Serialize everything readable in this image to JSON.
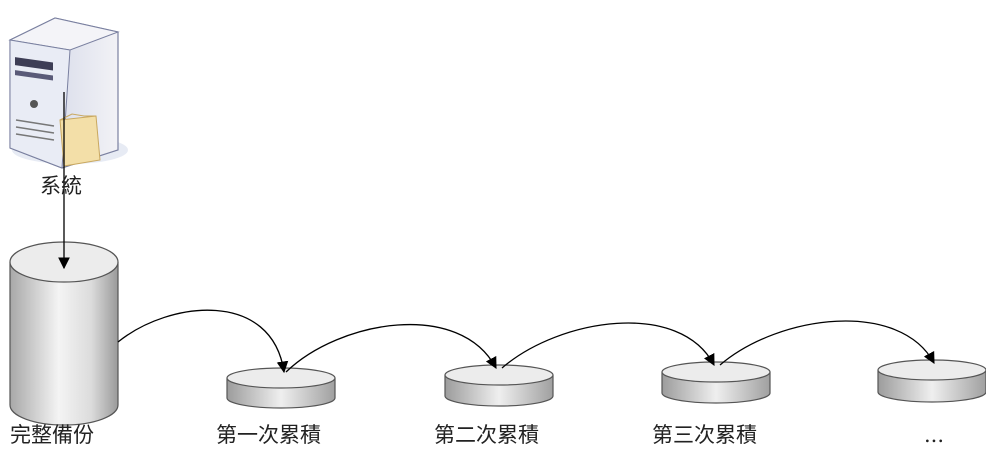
{
  "diagram": {
    "system_label": "系統",
    "full_backup_label": "完整備份",
    "incremental": [
      {
        "label": "第一次累積"
      },
      {
        "label": "第二次累積"
      },
      {
        "label": "第三次累積"
      },
      {
        "label": "..."
      }
    ],
    "icons": {
      "server": "server-tower-icon",
      "full_backup": "database-cylinder-icon",
      "incremental": "disk-cylinder-icon"
    },
    "colors": {
      "line": "#000000",
      "disk_top": "#ececec",
      "disk_body_dark": "#9c9c9c",
      "disk_body_light": "#f2f2f2",
      "server_body": "#e7e7ef",
      "server_trim": "#9aa0b8",
      "folder": "#f3dfa8"
    }
  }
}
